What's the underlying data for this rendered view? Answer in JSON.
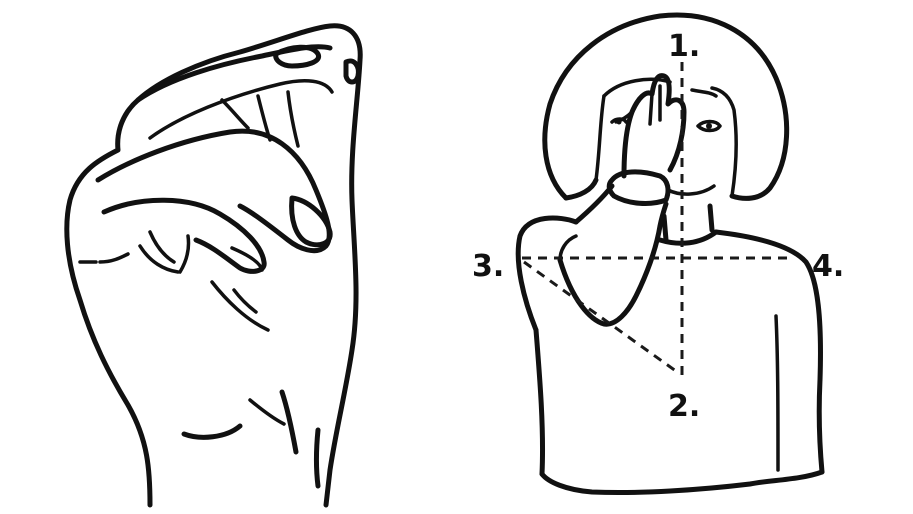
{
  "labels": {
    "p1": "1.",
    "p2": "2.",
    "p3": "3.",
    "p4": "4."
  },
  "colors": {
    "ink": "#111111",
    "background": "#ffffff"
  }
}
